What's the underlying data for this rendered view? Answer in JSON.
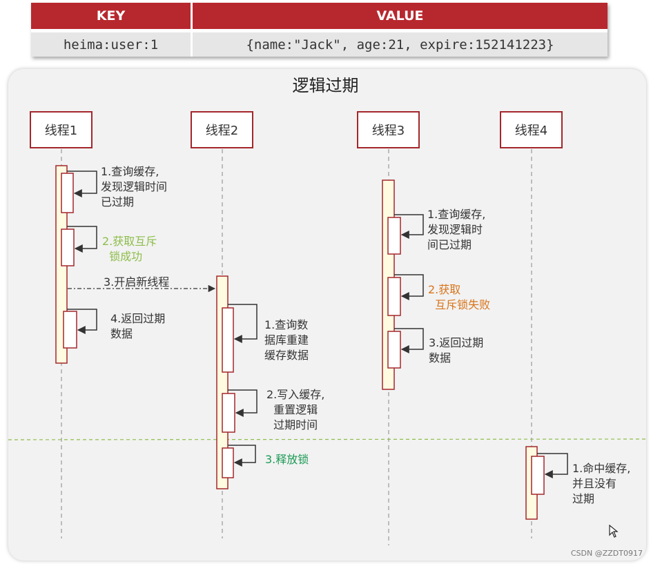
{
  "table": {
    "key_header": "KEY",
    "value_header": "VALUE",
    "key_cell": "heima:user:1",
    "value_cell": "{name:\"Jack\", age:21, expire:152141223}"
  },
  "diagram": {
    "title": "逻辑过期",
    "threads": [
      "线程1",
      "线程2",
      "线程3",
      "线程4"
    ],
    "steps": {
      "t1_query": "1.查询缓存,\n发现逻辑时间\n已过期",
      "t1_lock": "2.获取互斥\n  锁成功",
      "t1_new_thread": "3.开启新线程",
      "t1_return": "4.返回过期\n数据",
      "t2_query_db": "1.查询数\n据库重建\n缓存数据",
      "t2_write": "2.写入缓存,\n  重置逻辑\n  过期时间",
      "t2_release": "3.释放锁",
      "t3_query": "1.查询缓存,\n发现逻辑时\n间已过期",
      "t3_lock_fail": "2.获取\n  互斥锁失败",
      "t3_return": "3.返回过期\n数据",
      "t4_hit": "1.命中缓存,\n并且没有\n过期"
    }
  },
  "watermark": "CSDN @ZZDT0917",
  "colors": {
    "header_red": "#b7282e",
    "border_red": "#a3262a",
    "activation_fill": "#fffbe0",
    "green": "#8dbd4a",
    "orange": "#d8741a",
    "dark_green": "#1b9a55"
  },
  "icons": {
    "cursor": "mouse-pointer-icon"
  }
}
